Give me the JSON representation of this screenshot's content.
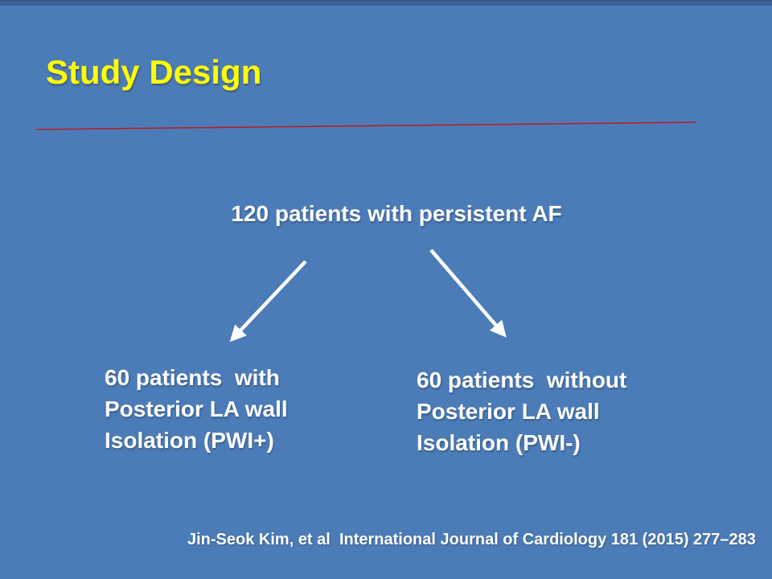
{
  "slide": {
    "title": "Study Design",
    "diagram": {
      "root_label": "120 patients with persistent AF",
      "left_branch": {
        "line1": "60 patients  with",
        "line2": "Posterior LA wall",
        "line3": "Isolation (PWI+)"
      },
      "right_branch": {
        "line1": "60 patients  without",
        "line2": "Posterior LA wall",
        "line3": "Isolation (PWI-)"
      }
    },
    "citation": "Jin-Seok Kim, et al  International Journal of Cardiology 181 (2015) 277–283",
    "colors": {
      "background": "#4C7CB8",
      "top_bar": "#3D6394",
      "top_bar_edge": "#35588A",
      "title_text": "#FFFF00",
      "divider_line": "#B02428",
      "body_text": "#FFFFFF"
    }
  }
}
